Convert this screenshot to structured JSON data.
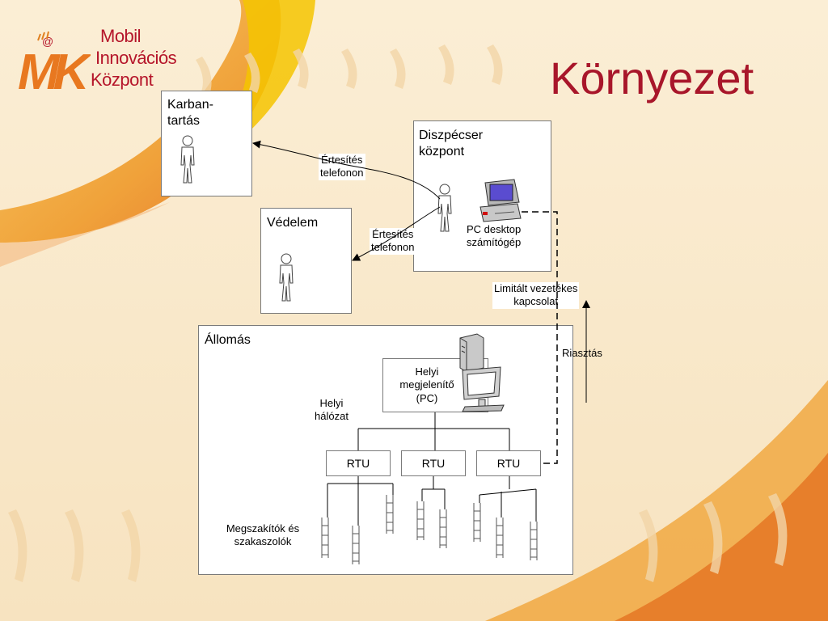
{
  "logo": {
    "badge": "@",
    "letters": "MK",
    "line1": "Mobil",
    "line2": "Innovációs",
    "line3": "Központ"
  },
  "title": "Környezet",
  "karbantartas": {
    "label": "Karban-\ntartás"
  },
  "vedelem": {
    "label": "Védelem"
  },
  "diszpecser": {
    "label": "Diszpécser\nközpont",
    "pc_label": "PC desktop\nszámítógép"
  },
  "notify_top": "Értesítés\ntelefonon",
  "notify_bottom": "Értesítés\ntelefonon",
  "limited_link": "Limitált vezetékes\nkapcsolat",
  "alarm": "Riasztás",
  "allomas": {
    "label": "Állomás",
    "local_display": "Helyi\nmegjelenítő\n(PC)",
    "local_network": "Helyi\nhálózat",
    "rtus": [
      "RTU",
      "RTU",
      "RTU"
    ],
    "breakers": "Megszakítók és\nszakaszolók"
  },
  "colors": {
    "accent": "#a8162a",
    "orange": "#f0a030",
    "yellow": "#f5c400"
  }
}
